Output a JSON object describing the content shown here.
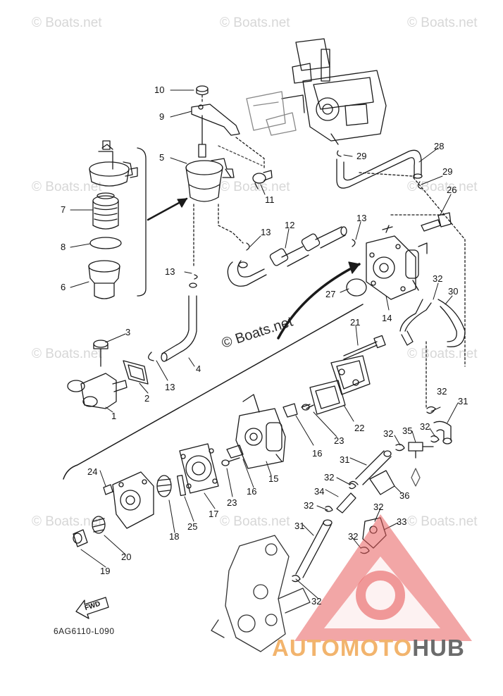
{
  "watermark": {
    "text": "© Boats.net"
  },
  "diagram_code": "6AG6110-L090",
  "fwd_label": "FWD",
  "brand": {
    "part_a": "AUTOMOTO",
    "part_b": "HUB",
    "accent": "#f2b46d",
    "dark": "#6b6b6b",
    "triangle": "#e65a5a"
  },
  "callouts": {
    "c1": "1",
    "c2": "2",
    "c3": "3",
    "c4": "4",
    "c5": "5",
    "c6": "6",
    "c7": "7",
    "c8": "8",
    "c9": "9",
    "c10": "10",
    "c11": "11",
    "c12": "12",
    "c13": "13",
    "c14": "14",
    "c15": "15",
    "c16": "16",
    "c17": "17",
    "c18": "18",
    "c19": "19",
    "c20": "20",
    "c21": "21",
    "c22": "22",
    "c23": "23",
    "c24": "24",
    "c25": "25",
    "c26": "26",
    "c27": "27",
    "c28": "28",
    "c29": "29",
    "c30": "30",
    "c31": "31",
    "c32": "32",
    "c33": "33",
    "c34": "34",
    "c35": "35",
    "c36": "36"
  }
}
